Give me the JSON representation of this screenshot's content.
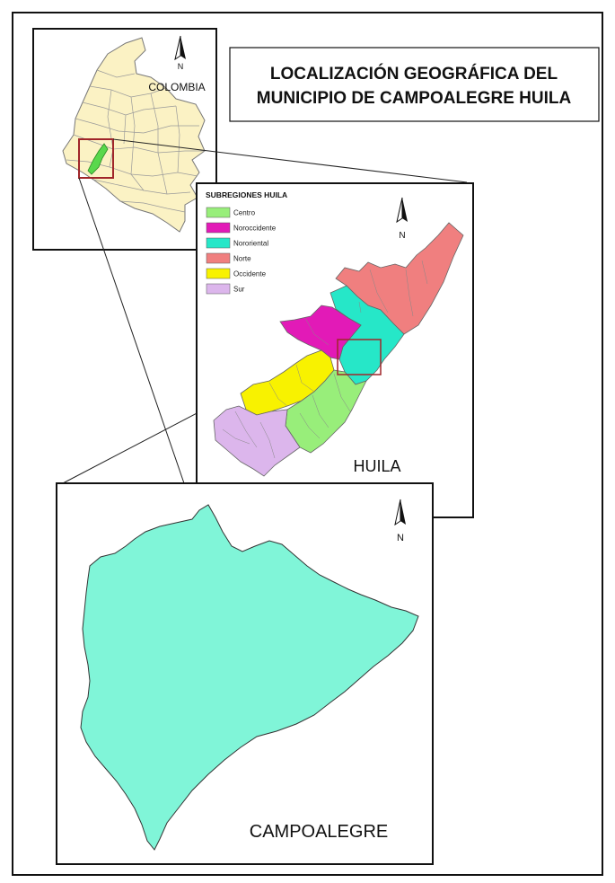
{
  "title": {
    "line1": "LOCALIZACIÓN GEOGRÁFICA DEL",
    "line2": "MUNICIPIO DE CAMPOALEGRE HUILA"
  },
  "colombia_map": {
    "label": "COLOMBIA",
    "north_label": "N",
    "fill_color": "#fbf2c4",
    "highlight_color": "#59d84c"
  },
  "huila_map": {
    "label": "HUILA",
    "north_label": "N",
    "legend": {
      "title": "SUBREGIONES HUILA",
      "items": [
        {
          "label": "Centro",
          "color": "#98ee7a"
        },
        {
          "label": "Noroccidente",
          "color": "#e21ab7"
        },
        {
          "label": "Nororiental",
          "color": "#26e7c8"
        },
        {
          "label": "Norte",
          "color": "#f07f7f"
        },
        {
          "label": "Occidente",
          "color": "#f8f200"
        },
        {
          "label": "Sur",
          "color": "#dcb6ec"
        }
      ]
    }
  },
  "campoalegre_map": {
    "label": "CAMPOALEGRE",
    "north_label": "N",
    "fill_color": "#80f5d8"
  }
}
